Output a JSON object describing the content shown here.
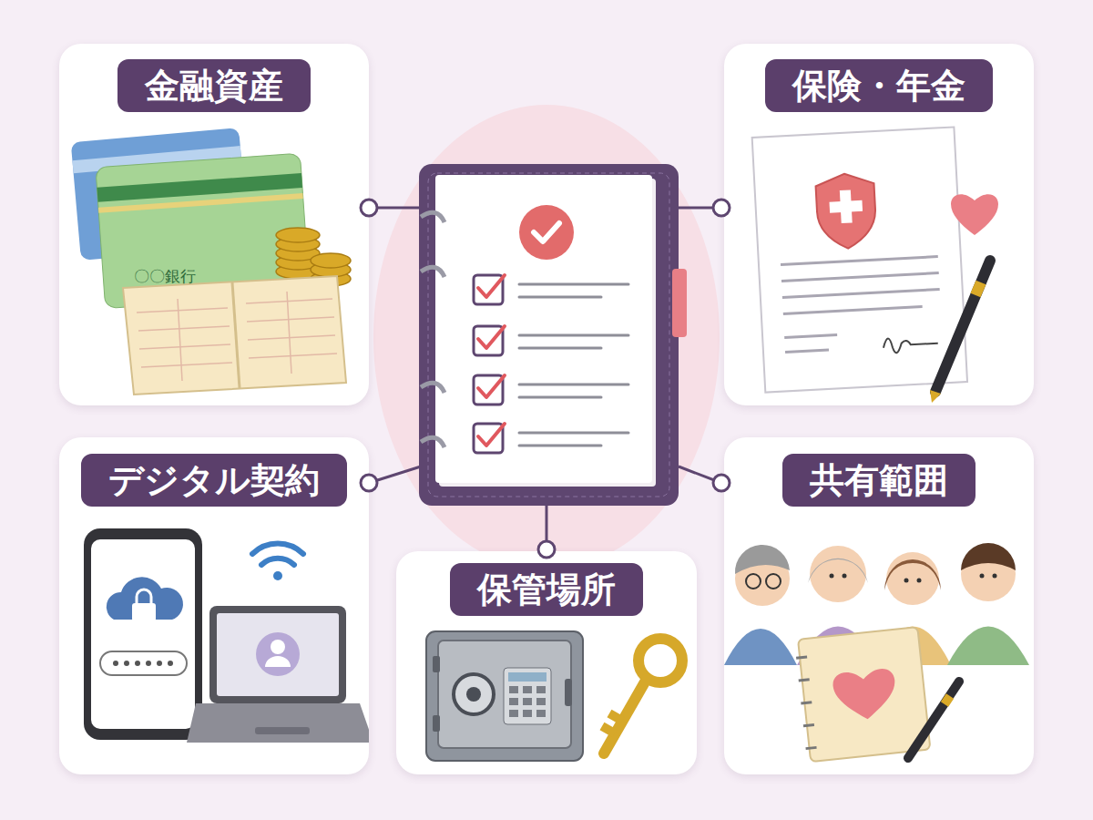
{
  "diagram": {
    "nodes": [
      {
        "text": [
          "金融資産"
        ]
      },
      {
        "text": [
          "保険・年金"
        ]
      },
      {
        "text": [
          "デジタル契約"
        ]
      },
      {
        "text": [
          "共有範囲"
        ]
      },
      {
        "text": [
          "保管場所"
        ]
      }
    ],
    "labels": [
      "〇〇銀行"
    ]
  }
}
